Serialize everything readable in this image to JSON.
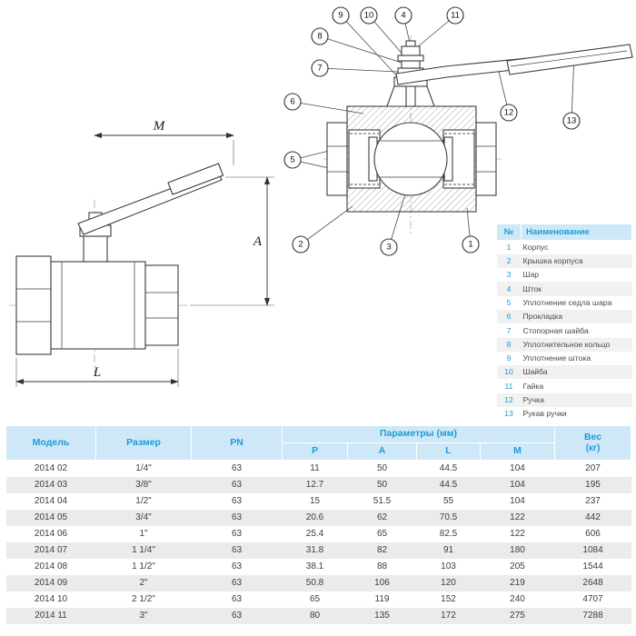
{
  "parts_table": {
    "header": {
      "num": "№",
      "name": "Наименование"
    },
    "rows": [
      {
        "num": "1",
        "name": "Корпус"
      },
      {
        "num": "2",
        "name": "Крышка корпуса"
      },
      {
        "num": "3",
        "name": "Шар"
      },
      {
        "num": "4",
        "name": "Шток"
      },
      {
        "num": "5",
        "name": "Уплотнение седла шара"
      },
      {
        "num": "6",
        "name": "Прокладка"
      },
      {
        "num": "7",
        "name": "Стопорная шайба"
      },
      {
        "num": "8",
        "name": "Уплотнительное кольцо"
      },
      {
        "num": "9",
        "name": "Уплотнение штока"
      },
      {
        "num": "10",
        "name": "Шайба"
      },
      {
        "num": "11",
        "name": "Гайка"
      },
      {
        "num": "12",
        "name": "Ручка"
      },
      {
        "num": "13",
        "name": "Рукав ручки"
      }
    ]
  },
  "spec_table": {
    "header": {
      "model": "Модель",
      "size": "Размер",
      "pn": "PN",
      "params_group": "Параметры (мм)",
      "p": "P",
      "a": "A",
      "l": "L",
      "m": "M",
      "weight": "Вес",
      "weight_unit": "(кг)"
    },
    "rows": [
      [
        "2014 02",
        "1/4\"",
        "63",
        "11",
        "50",
        "44.5",
        "104",
        "207"
      ],
      [
        "2014 03",
        "3/8\"",
        "63",
        "12.7",
        "50",
        "44.5",
        "104",
        "195"
      ],
      [
        "2014 04",
        "1/2\"",
        "63",
        "15",
        "51.5",
        "55",
        "104",
        "237"
      ],
      [
        "2014 05",
        "3/4\"",
        "63",
        "20.6",
        "62",
        "70.5",
        "122",
        "442"
      ],
      [
        "2014 06",
        "1\"",
        "63",
        "25.4",
        "65",
        "82.5",
        "122",
        "606"
      ],
      [
        "2014 07",
        "1 1/4\"",
        "63",
        "31.8",
        "82",
        "91",
        "180",
        "1084"
      ],
      [
        "2014 08",
        "1 1/2\"",
        "63",
        "38.1",
        "88",
        "103",
        "205",
        "1544"
      ],
      [
        "2014 09",
        "2\"",
        "63",
        "50.8",
        "106",
        "120",
        "219",
        "2648"
      ],
      [
        "2014 10",
        "2 1/2\"",
        "63",
        "65",
        "119",
        "152",
        "240",
        "4707"
      ],
      [
        "2014 11",
        "3\"",
        "63",
        "80",
        "135",
        "172",
        "275",
        "7288"
      ]
    ]
  },
  "drawing": {
    "dim_labels": {
      "m": "M",
      "a": "A",
      "l": "L"
    },
    "callouts": [
      "1",
      "2",
      "3",
      "4",
      "5",
      "6",
      "7",
      "8",
      "9",
      "10",
      "11",
      "12",
      "13"
    ]
  },
  "colors": {
    "header_bg": "#cfe8f7",
    "header_text": "#1e9cd8",
    "row_alt": "#ebebeb",
    "line": "#3c3c3c"
  }
}
